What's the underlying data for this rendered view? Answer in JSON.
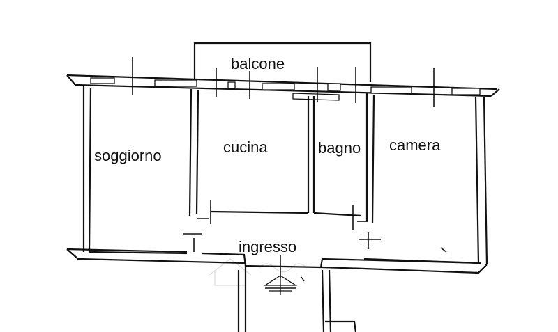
{
  "rooms": {
    "balcone": "balcone",
    "soggiorno": "soggiorno",
    "cucina": "cucina",
    "bagno": "bagno",
    "camera": "camera",
    "ingresso": "ingresso"
  },
  "icons": {
    "watermark": "house-watermark-icon",
    "stairs": "stairs-symbol-icon"
  }
}
